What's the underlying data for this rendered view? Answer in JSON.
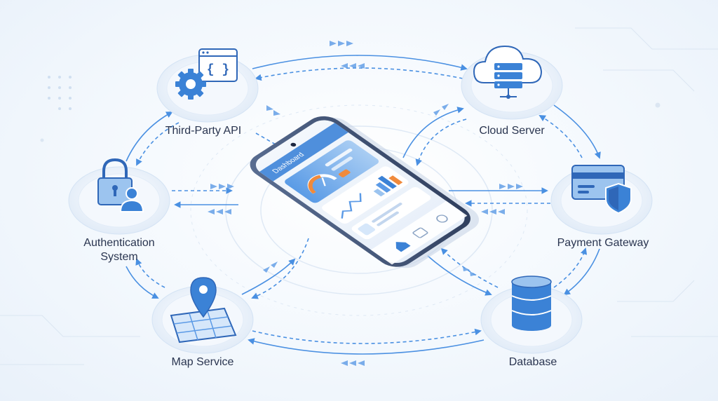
{
  "nodes": {
    "third_party_api": {
      "label": "Third-Party API",
      "icon": "gear-code-window-icon"
    },
    "cloud_server": {
      "label": "Cloud Server",
      "icon": "cloud-server-icon"
    },
    "authentication": {
      "label_line1": "Authentication",
      "label_line2": "System",
      "icon": "lock-user-icon"
    },
    "payment_gateway": {
      "label": "Payment Gateway",
      "icon": "credit-card-shield-icon"
    },
    "map_service": {
      "label": "Map Service",
      "icon": "map-pin-icon"
    },
    "database": {
      "label": "Database",
      "icon": "database-icon"
    }
  },
  "phone": {
    "header_title": "Dashboard",
    "nav_icons": [
      "home-icon",
      "chat-icon",
      "settings-icon"
    ]
  },
  "colors": {
    "accent": "#3b82d6",
    "arrow": "#4a90e2",
    "node_fill": "#eef5fc",
    "icon_dark": "#2f67b8",
    "icon_light": "#9cc4ef"
  }
}
